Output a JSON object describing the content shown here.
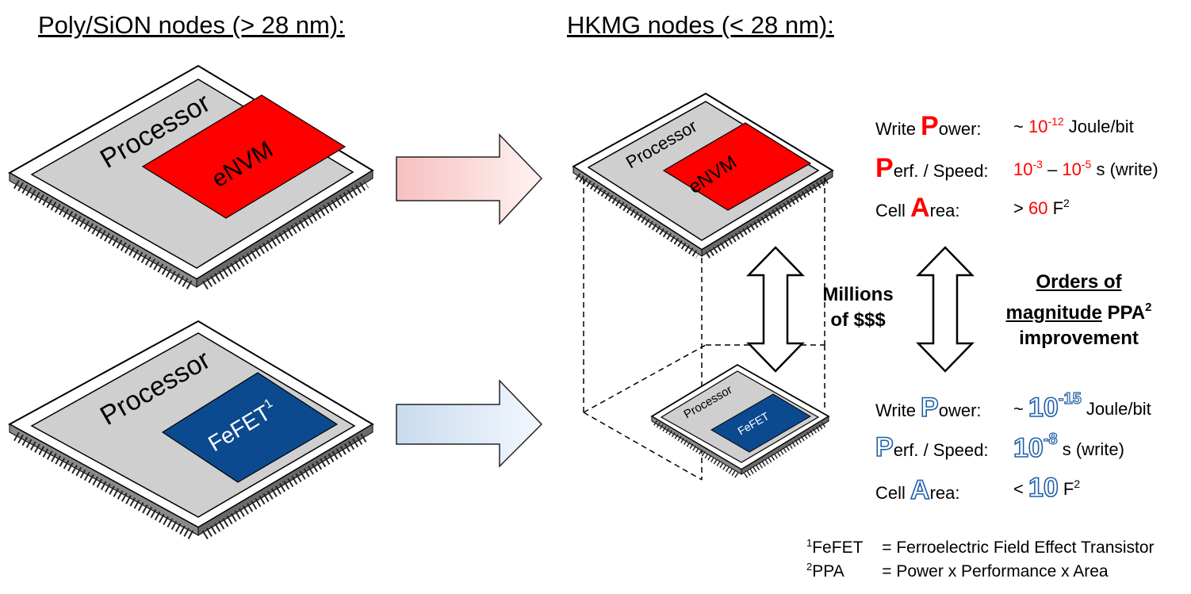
{
  "headings": {
    "left": "Poly/SiON nodes (> 28 nm):",
    "right": "HKMG nodes (< 28 nm):"
  },
  "chips": {
    "processor_label": "Processor",
    "envm_label": "eNVM",
    "fefet_label": "FeFET",
    "fefet_sup": "1",
    "fefet_small_label": "FeFET"
  },
  "colors": {
    "envm": "#ff0000",
    "fefet": "#0b4a8f",
    "chip_body": "#c8c8c8",
    "accent_blue": "#1f5fa6"
  },
  "top_metrics": {
    "power_prefix": "Write ",
    "power_cap": "P",
    "power_rest": "ower:",
    "power_value_pre": "~ ",
    "power_value_base": "10",
    "power_value_exp": "-12",
    "power_value_unit": " Joule/bit",
    "perf_cap": "P",
    "perf_rest": "erf. / Speed:",
    "perf_a_base": "10",
    "perf_a_exp": "-3",
    "perf_dash": " – ",
    "perf_b_base": "10",
    "perf_b_exp": "-5",
    "perf_unit": " s (write)",
    "area_prefix": "Cell ",
    "area_cap": "A",
    "area_rest": "rea:",
    "area_value_pre": "> ",
    "area_value": "60",
    "area_unit": " F",
    "area_unit_exp": "2"
  },
  "bottom_metrics": {
    "power_prefix": "Write ",
    "power_cap": "P",
    "power_rest": "ower:",
    "power_value_pre": "~ ",
    "power_value_base": "10",
    "power_value_exp": "-15",
    "power_value_unit": " Joule/bit",
    "perf_cap": "P",
    "perf_rest": "erf. / Speed:",
    "perf_base": "10",
    "perf_exp": "-8",
    "perf_unit": " s (write)",
    "area_prefix": "Cell ",
    "area_cap": "A",
    "area_rest": "rea:",
    "area_value_pre": "< ",
    "area_value": "10",
    "area_unit": " F",
    "area_unit_exp": "2"
  },
  "center_label": {
    "line1": "Millions",
    "line2": "of $$$"
  },
  "right_label": {
    "line1": "Orders of",
    "line2_ul": "magnitude",
    "line2_rest": " PPA",
    "line2_sup": "2",
    "line3": "improvement"
  },
  "footnotes": {
    "f1_sup": "1",
    "f1_term": "FeFET",
    "f1_def": "= Ferroelectric Field Effect Transistor",
    "f2_sup": "2",
    "f2_term": "PPA",
    "f2_def": "= Power x Performance x Area"
  }
}
